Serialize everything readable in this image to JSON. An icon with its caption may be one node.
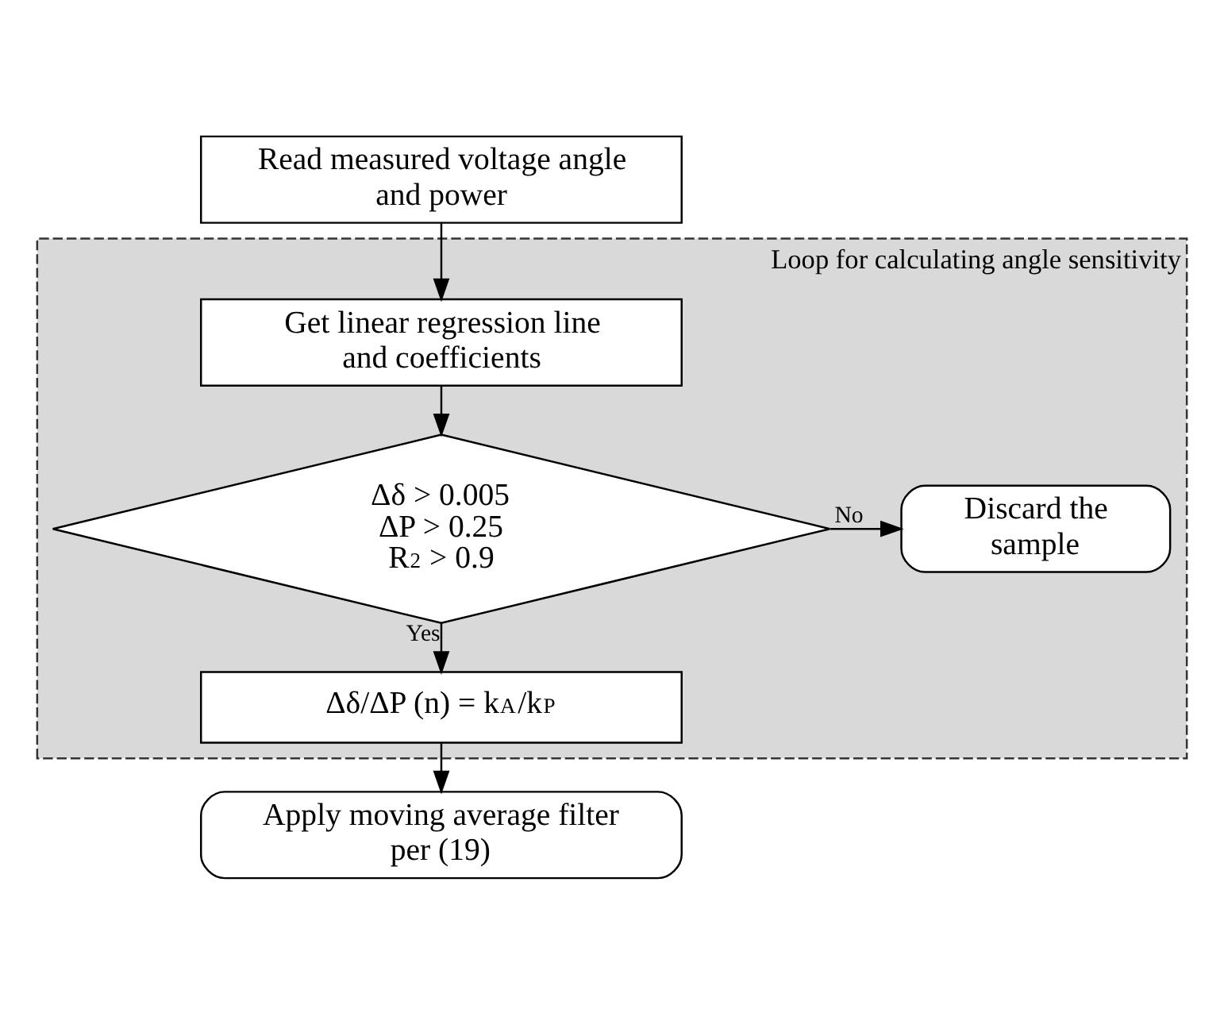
{
  "diagram": {
    "nodes": [
      {
        "text": [
          "Read measured voltage angle and power"
        ]
      },
      {
        "text": [
          "Loop for calculating angle sensitivity"
        ]
      },
      {
        "text": [
          "Get linear regression line and coefficients"
        ],
        "in": 1
      },
      {
        "text": [
          "Δδ > 0.005 ΔP > 0.25 R$^{2}$ > 0.9"
        ],
        "in": 1
      },
      {
        "text": [
          "Discard the sample"
        ],
        "in": 1
      },
      {
        "text": [
          "Δδ/ΔP (n) = k$_{A}$/k$_{P}$"
        ],
        "in": 1
      },
      {
        "text": [
          "Apply moving average filter per (19)"
        ]
      }
    ],
    "edges": [
      {
        "from": 0,
        "to": 2,
        "arrow": "to"
      },
      {
        "from": 2,
        "to": 3,
        "arrow": "to"
      },
      {
        "from": 3,
        "to": 4,
        "arrow": "to",
        "label": "No"
      },
      {
        "from": 3,
        "to": 5,
        "arrow": "to",
        "label": "Yes"
      },
      {
        "from": 5,
        "to": 6,
        "arrow": "to"
      }
    ]
  }
}
